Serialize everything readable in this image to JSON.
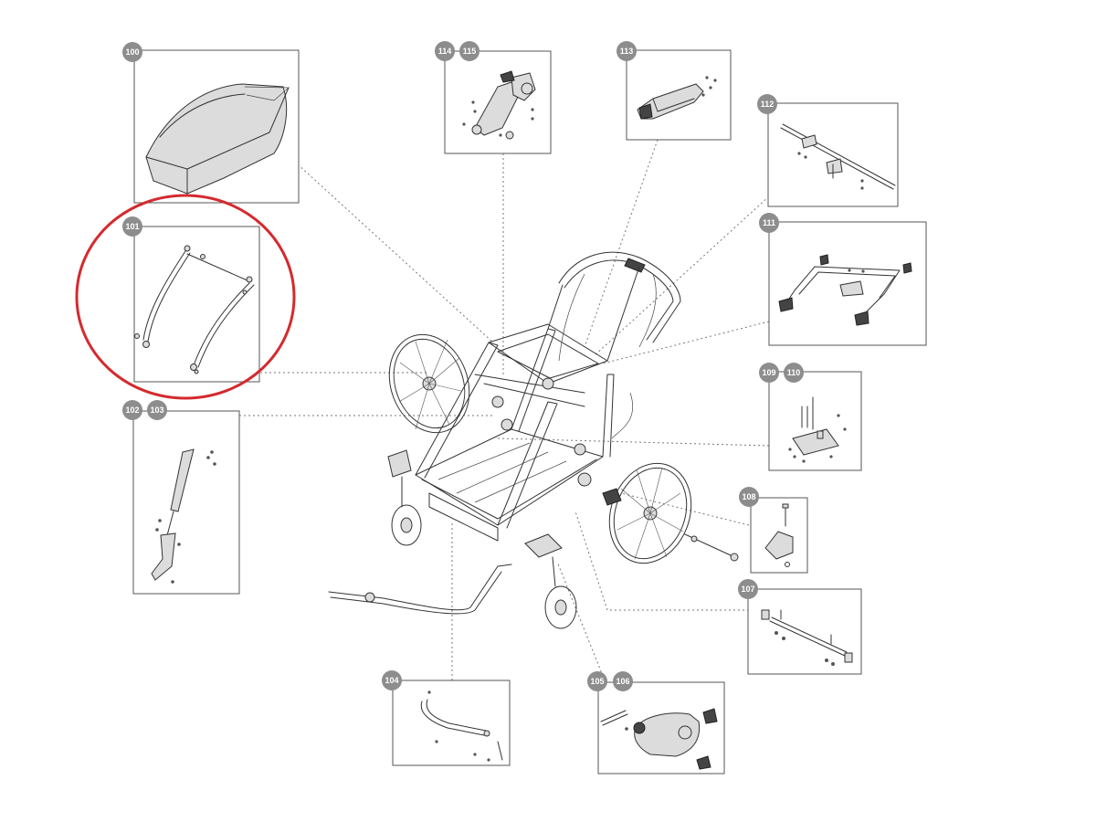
{
  "labels": {
    "b100": "100",
    "b101": "101",
    "b102": "102",
    "b103": "103",
    "b104": "104",
    "b105": "105",
    "b106": "106",
    "b107": "107",
    "b108": "108",
    "b109": "109",
    "b110": "110",
    "b111": "111",
    "b112": "112",
    "b113": "113",
    "b114": "114",
    "b115": "115"
  },
  "highlighted_part": "101",
  "colors": {
    "highlight": "#d42a2f",
    "badge": "#8d8d8d",
    "line": "#333333"
  }
}
